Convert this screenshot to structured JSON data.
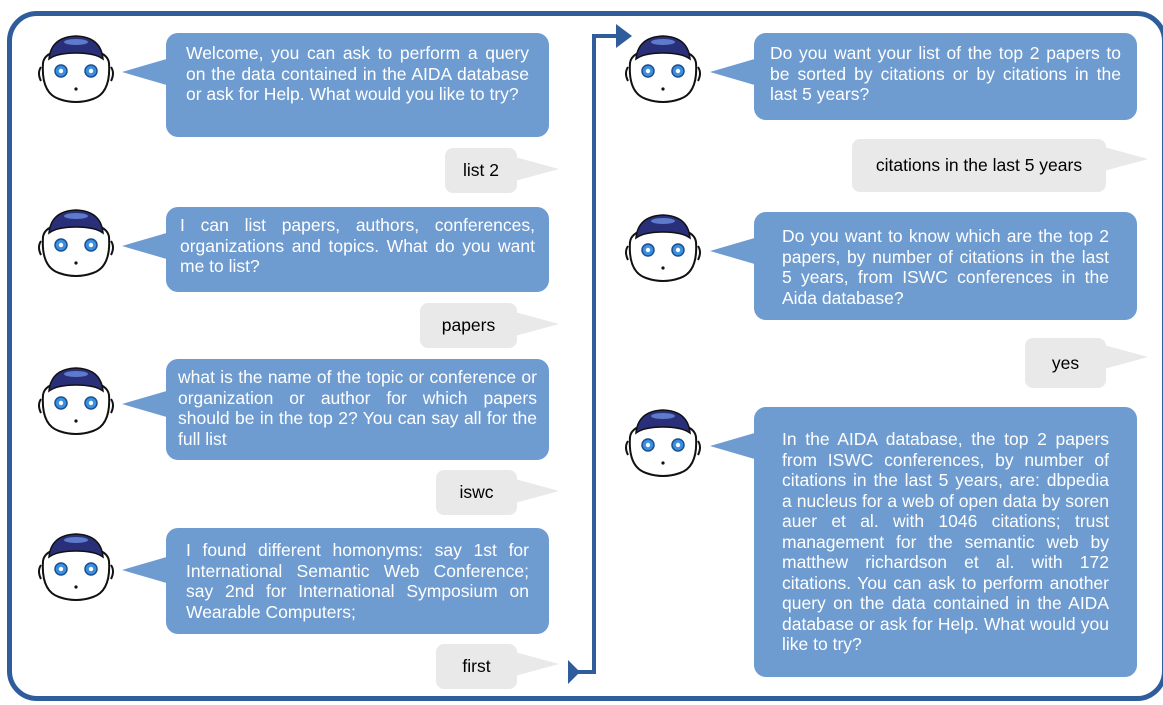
{
  "colors": {
    "frame": "#2f5d9c",
    "bot_bubble": "#6e9bd0",
    "user_bubble": "#e9e9e9",
    "robot_head": "#2a2f7a",
    "robot_eye": "#3a8fe0"
  },
  "icons": {
    "robot": "nao-robot-head-icon"
  },
  "left_column": {
    "bot_1": "Welcome, you can ask to perform a query on the data contained in the AIDA database or ask for Help. What would you like to try?",
    "user_1": "list 2",
    "bot_2": "I can list papers, authors, conferences, organizations and topics. What do you want me to list?",
    "user_2": "papers",
    "bot_3": "what is the name of the topic or conference or organization or author for which papers should be in the top 2? You can say all for the full list",
    "user_3": "iswc",
    "bot_4": "I found different homonyms: say 1st for International Semantic Web Conference; say 2nd for International Symposium on Wearable Computers;",
    "user_4": "first"
  },
  "right_column": {
    "bot_5": "Do you want your list of the top 2 papers to be sorted by citations or by citations in the last 5 years?",
    "user_5": "citations in the last 5 years",
    "bot_6": "Do you want to know which are the top 2 papers, by number of citations in the last 5 years, from ISWC conferences in the Aida database?",
    "user_6": "yes",
    "bot_7": "In the AIDA database, the top 2 papers from ISWC conferences, by number of citations in the last 5 years, are: dbpedia a nucleus for a web of open data by soren auer et al. with 1046 citations; trust management for the semantic web by matthew richardson et al. with 172 citations. You can ask to perform another query on the data contained in the AIDA database or ask for Help. What would you like to try?"
  }
}
